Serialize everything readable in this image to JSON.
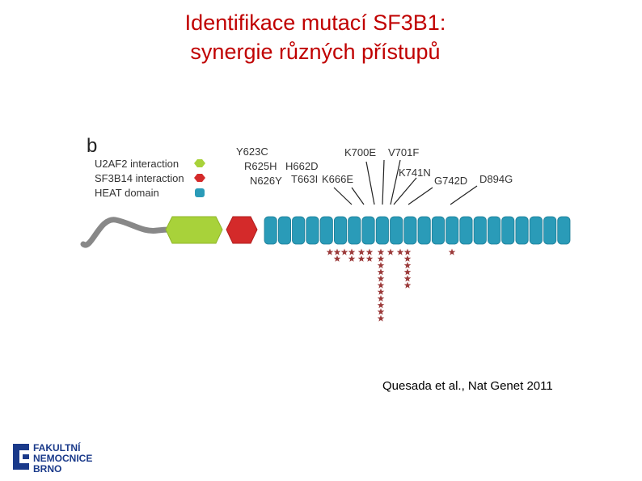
{
  "title": {
    "line1": "Identifikace mutací SF3B1:",
    "line2": "synergie různých přístupů"
  },
  "figure": {
    "panel_label": "b",
    "legend": [
      {
        "label": "U2AF2 interaction",
        "color": "#a8d23a",
        "icon": "hexagon"
      },
      {
        "label": "SF3B14 interaction",
        "color": "#d42a2a",
        "icon": "hexagon"
      },
      {
        "label": "HEAT domain",
        "color": "#2a9bb8",
        "icon": "rounded-rect"
      }
    ],
    "mutations": [
      "Y623C",
      "R625H",
      "N626Y",
      "H662D",
      "T663I",
      "K666E",
      "K700E",
      "V701F",
      "K741N",
      "G742D",
      "D894G"
    ],
    "heat_repeat_count": 22,
    "colors": {
      "tail": "#888888",
      "u2af2": "#a8d23a",
      "sf3b14": "#d42a2a",
      "heat": "#2a9bb8",
      "star": "#9b3a3a"
    }
  },
  "citation": "Quesada et al., Nat Genet 2011",
  "logo": {
    "line1": "FAKULTNÍ",
    "line2": "NEMOCNICE",
    "line3": "BRNO",
    "color": "#1a3a8a"
  }
}
